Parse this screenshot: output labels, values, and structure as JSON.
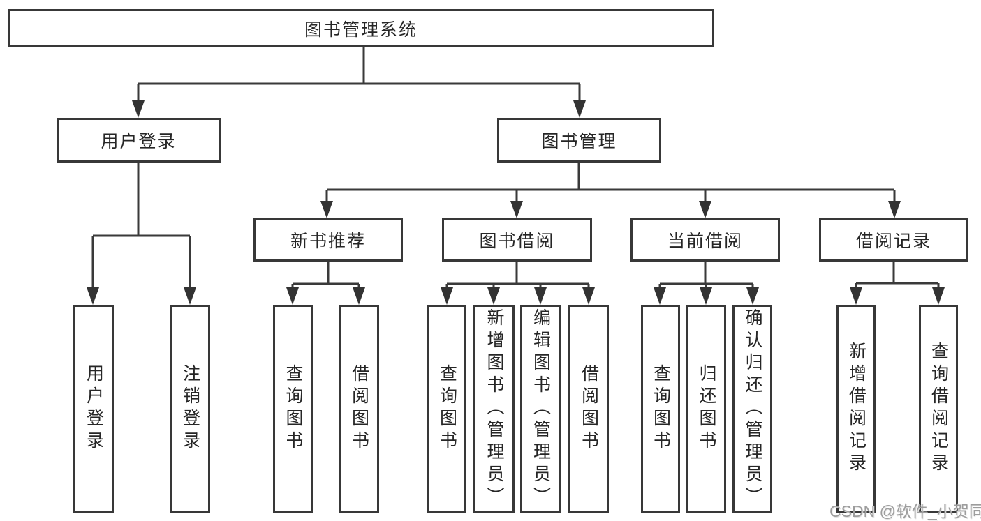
{
  "colors": {
    "line": "#3a3a3a",
    "box_border": "#383838",
    "text": "#262626",
    "background": "#ffffff",
    "watermark": "#9d9d9d"
  },
  "tree": {
    "root": "图书管理系统",
    "branches": [
      {
        "label": "用户登录",
        "children": [
          "用户登录",
          "注销登录"
        ]
      },
      {
        "label": "图书管理",
        "children": [
          {
            "label": "新书推荐",
            "children": [
              "查询图书",
              "借阅图书"
            ]
          },
          {
            "label": "图书借阅",
            "children": [
              "查询图书",
              "新增图书（管理员）",
              "编辑图书（管理员）",
              "借阅图书"
            ]
          },
          {
            "label": "当前借阅",
            "children": [
              "查询图书",
              "归还图书",
              "确认归还（管理员）"
            ]
          },
          {
            "label": "借阅记录",
            "children": [
              "新增借阅记录",
              "查询借阅记录"
            ]
          }
        ]
      }
    ]
  },
  "watermark": "CSDN @软件_小贺同学"
}
